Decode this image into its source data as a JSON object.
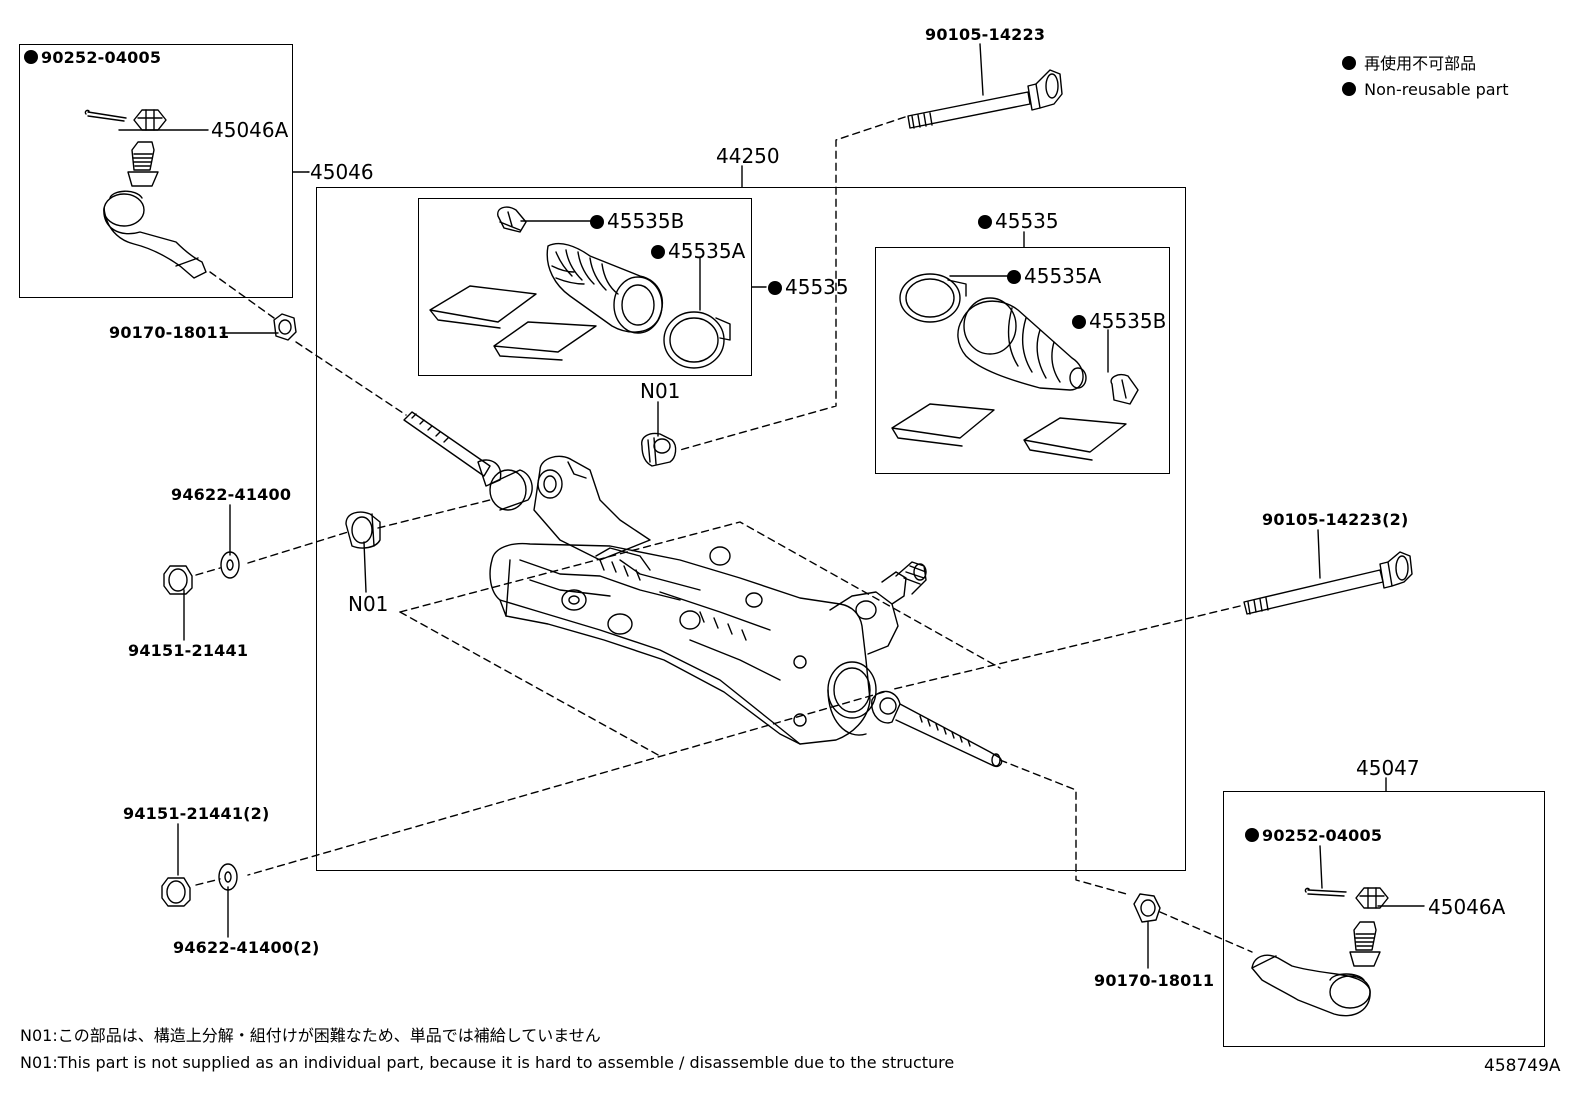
{
  "legend": {
    "jp": "再使用不可部品",
    "en": "Non-reusable part"
  },
  "labels": {
    "tl_cotter": "90252-04005",
    "tl_nut": "45046A",
    "tie_end_left": "45046",
    "gear_assy": "44250",
    "bolt_top": "90105-14223",
    "boot_kit_left_clamp_b": "45535B",
    "boot_kit_left_clamp_a": "45535A",
    "boot_kit_left": "45535",
    "boot_kit_right": "45535",
    "boot_kit_right_clamp_a": "45535A",
    "boot_kit_right_clamp_b": "45535B",
    "nut_left": "90170-18011",
    "n01_top": "N01",
    "n01_left": "N01",
    "washer_upper": "94622-41400",
    "nut_upper": "94151-21441",
    "bolt_right": "90105-14223(2)",
    "nut_lower": "94151-21441(2)",
    "washer_lower": "94622-41400(2)",
    "tie_end_right": "45047",
    "br_cotter": "90252-04005",
    "br_nut": "45046A",
    "nut_right": "90170-18011"
  },
  "notes": {
    "n01_jp": "N01:この部品は、構造上分解・組付けが困難なため、単品では補給していません",
    "n01_en": "N01:This part is not supplied as an individual part, because it is hard to assemble / disassemble due to the structure"
  },
  "diagram_id": "458749A"
}
